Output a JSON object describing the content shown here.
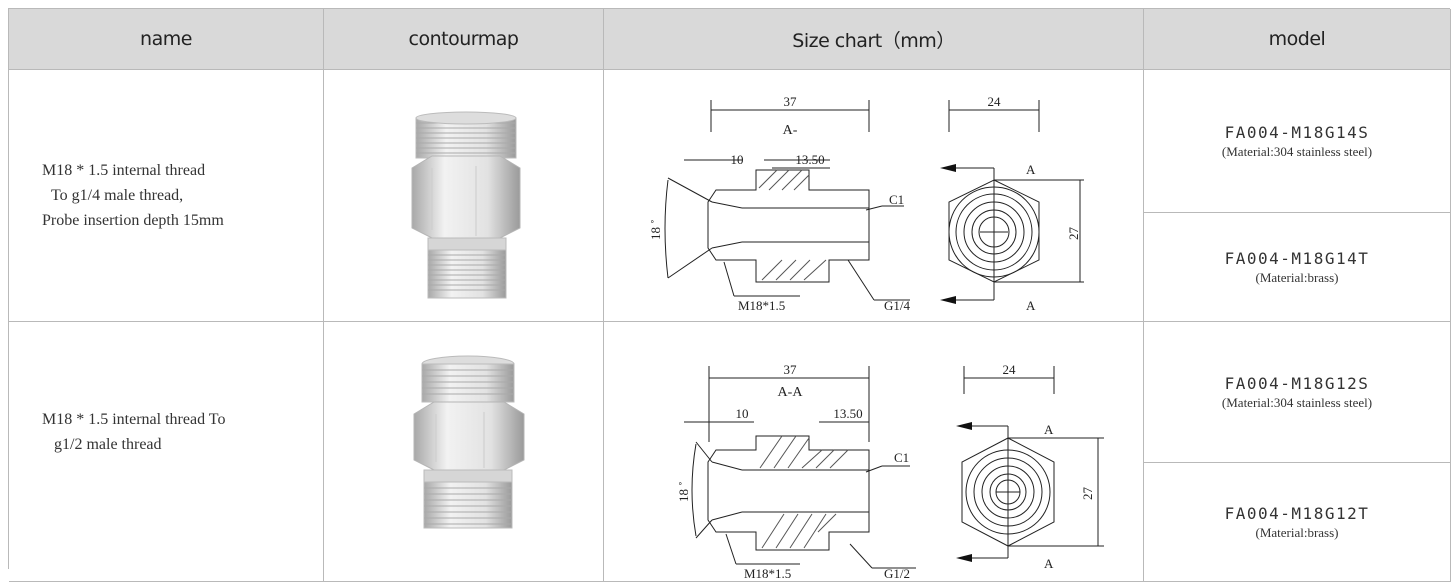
{
  "headers": {
    "name": "name",
    "contourmap": "contourmap",
    "size_chart": "Size chart（mm）",
    "model": "model"
  },
  "rows": [
    {
      "name_lines": [
        "M18 * 1.5 internal thread",
        "To g1/4 male thread,",
        "Probe insertion depth 15mm"
      ],
      "drawing": {
        "overall": "37",
        "section": "A-",
        "left_len": "10",
        "right_len": "13.50",
        "chamfer": "C1",
        "angle": "18 ˚",
        "inner_thread": "M18*1.5",
        "outer_thread": "G1/4",
        "hex_width": "24",
        "hex_height": "27",
        "section_mark_top": "A",
        "section_mark_bottom": "A"
      },
      "models": [
        {
          "code": "FA004-M18G14S",
          "material": "(Material:304 stainless steel)"
        },
        {
          "code": "FA004-M18G14T",
          "material": "(Material:brass)"
        }
      ]
    },
    {
      "name_lines": [
        "M18 * 1.5 internal thread To",
        "g1/2 male thread"
      ],
      "drawing": {
        "overall": "37",
        "section": "A-A",
        "left_len": "10",
        "right_len": "13.50",
        "chamfer": "C1",
        "angle": "18 ˚",
        "inner_thread": "M18*1.5",
        "outer_thread": "G1/2",
        "hex_width": "24",
        "hex_height": "27",
        "section_mark_top": "A",
        "section_mark_bottom": "A"
      },
      "models": [
        {
          "code": "FA004-M18G12S",
          "material": "(Material:304 stainless steel)"
        },
        {
          "code": "FA004-M18G12T",
          "material": "(Material:brass)"
        }
      ]
    }
  ]
}
